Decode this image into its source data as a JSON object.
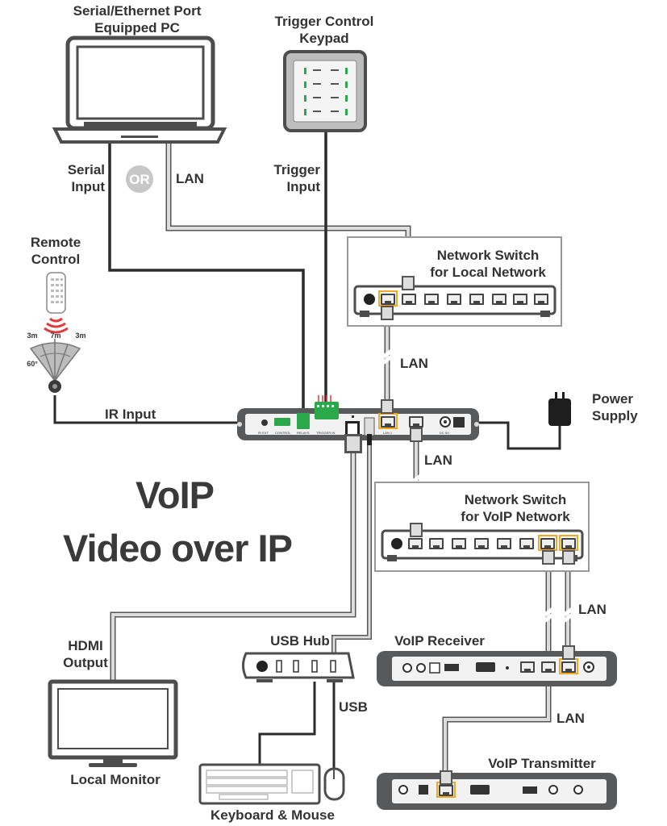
{
  "labels": {
    "pc": "Serial/Ethernet Port\nEquipped PC",
    "keypad": "Trigger Control\nKeypad",
    "serial_input": "Serial\nInput",
    "or": "OR",
    "lan_pc": "LAN",
    "trigger_input": "Trigger\nInput",
    "remote": "Remote\nControl",
    "ir_angle_left": "3m",
    "ir_angle_mid": "7m",
    "ir_angle_right": "3m",
    "ir_angle_deg": "60°",
    "switch_local": "Network Switch\nfor Local Network",
    "lan_local": "LAN",
    "ir_input": "IR Input",
    "power": "Power\nSupply",
    "lan_voip": "LAN",
    "switch_voip": "Network Switch\nfor VoIP Network",
    "voip_title": "VoIP",
    "voip_subtitle": "Video over IP",
    "hdmi_output": "HDMI\nOutput",
    "usb_hub": "USB Hub",
    "voip_receiver": "VoIP Receiver",
    "lan_receiver": "LAN",
    "usb": "USB",
    "lan_transmitter": "LAN",
    "local_monitor": "Local Monitor",
    "voip_transmitter": "VoIP Transmitter",
    "keyboard_mouse": "Keyboard & Mouse"
  },
  "colors": {
    "device_dark": "#58595b",
    "device_face": "#f2f2f2",
    "cable_dark": "#2b2b2b",
    "cable_light": "#c9c9c9",
    "port_orange": "#f5a623",
    "port_green": "#2aa84a",
    "ir_red": "#e23b3b"
  }
}
